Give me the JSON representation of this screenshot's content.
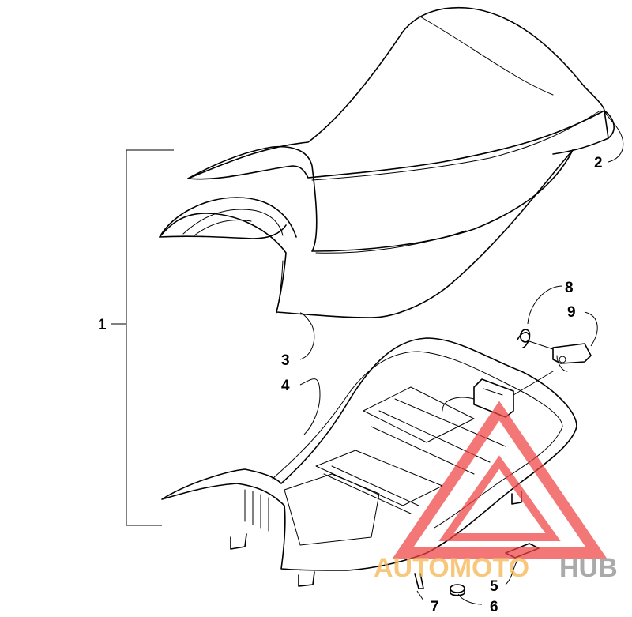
{
  "callouts": [
    {
      "id": "1",
      "label": "1"
    },
    {
      "id": "2",
      "label": "2"
    },
    {
      "id": "3",
      "label": "3"
    },
    {
      "id": "4",
      "label": "4"
    },
    {
      "id": "5",
      "label": "5"
    },
    {
      "id": "6",
      "label": "6"
    },
    {
      "id": "7",
      "label": "7"
    },
    {
      "id": "8",
      "label": "8"
    },
    {
      "id": "9",
      "label": "9"
    }
  ],
  "watermark": {
    "part1": "AUTOMOTO",
    "part2": "HUB",
    "color_orange": "#f5b24a",
    "color_gray": "#8a8a8a",
    "color_red": "#ef4444"
  }
}
